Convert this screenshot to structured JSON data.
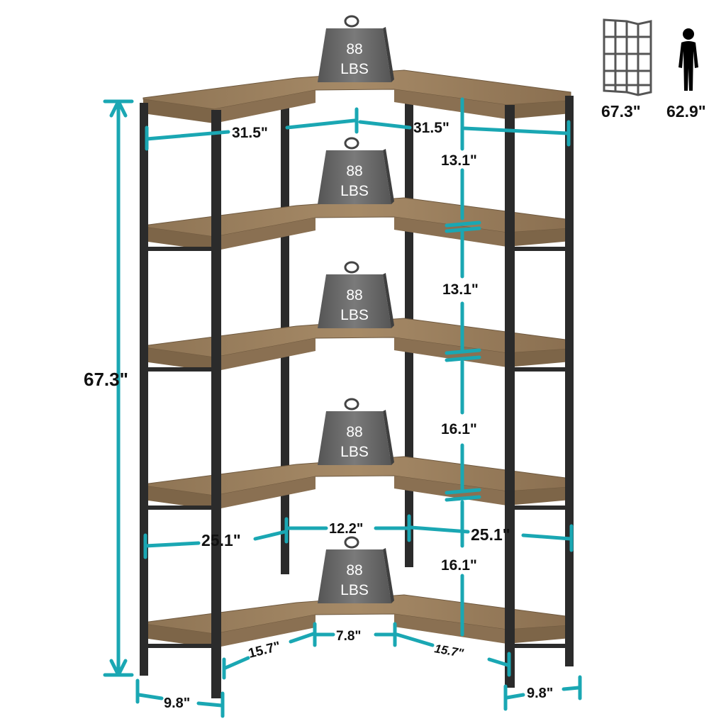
{
  "colors": {
    "dimension": "#1aa7b3",
    "frame": "#2b2b2b",
    "wood": "#9a7f5e",
    "wood_dark": "#7d6548",
    "weight": "#6b6b6b",
    "text": "#111111"
  },
  "weight": {
    "value": "88",
    "unit": "LBS"
  },
  "total_height": "67.3\"",
  "top_widths": {
    "left": "31.5\"",
    "right": "31.5\""
  },
  "shelf_gaps": [
    "13.1\"",
    "13.1\"",
    "16.1\"",
    "16.1\""
  ],
  "mid_widths": {
    "left": "25.1\"",
    "center": "12.2\"",
    "right": "25.1\""
  },
  "bottom_depths": {
    "left": "15.7\"",
    "center": "7.8\"",
    "right": "15.7\""
  },
  "side_depths": {
    "left": "9.8\"",
    "right": "9.8\""
  },
  "height_comparison": {
    "shelf": "67.3\"",
    "person": "62.9\""
  },
  "icons": [
    "shelf-thumbnail-icon",
    "person-silhouette-icon",
    "weight-icon"
  ]
}
